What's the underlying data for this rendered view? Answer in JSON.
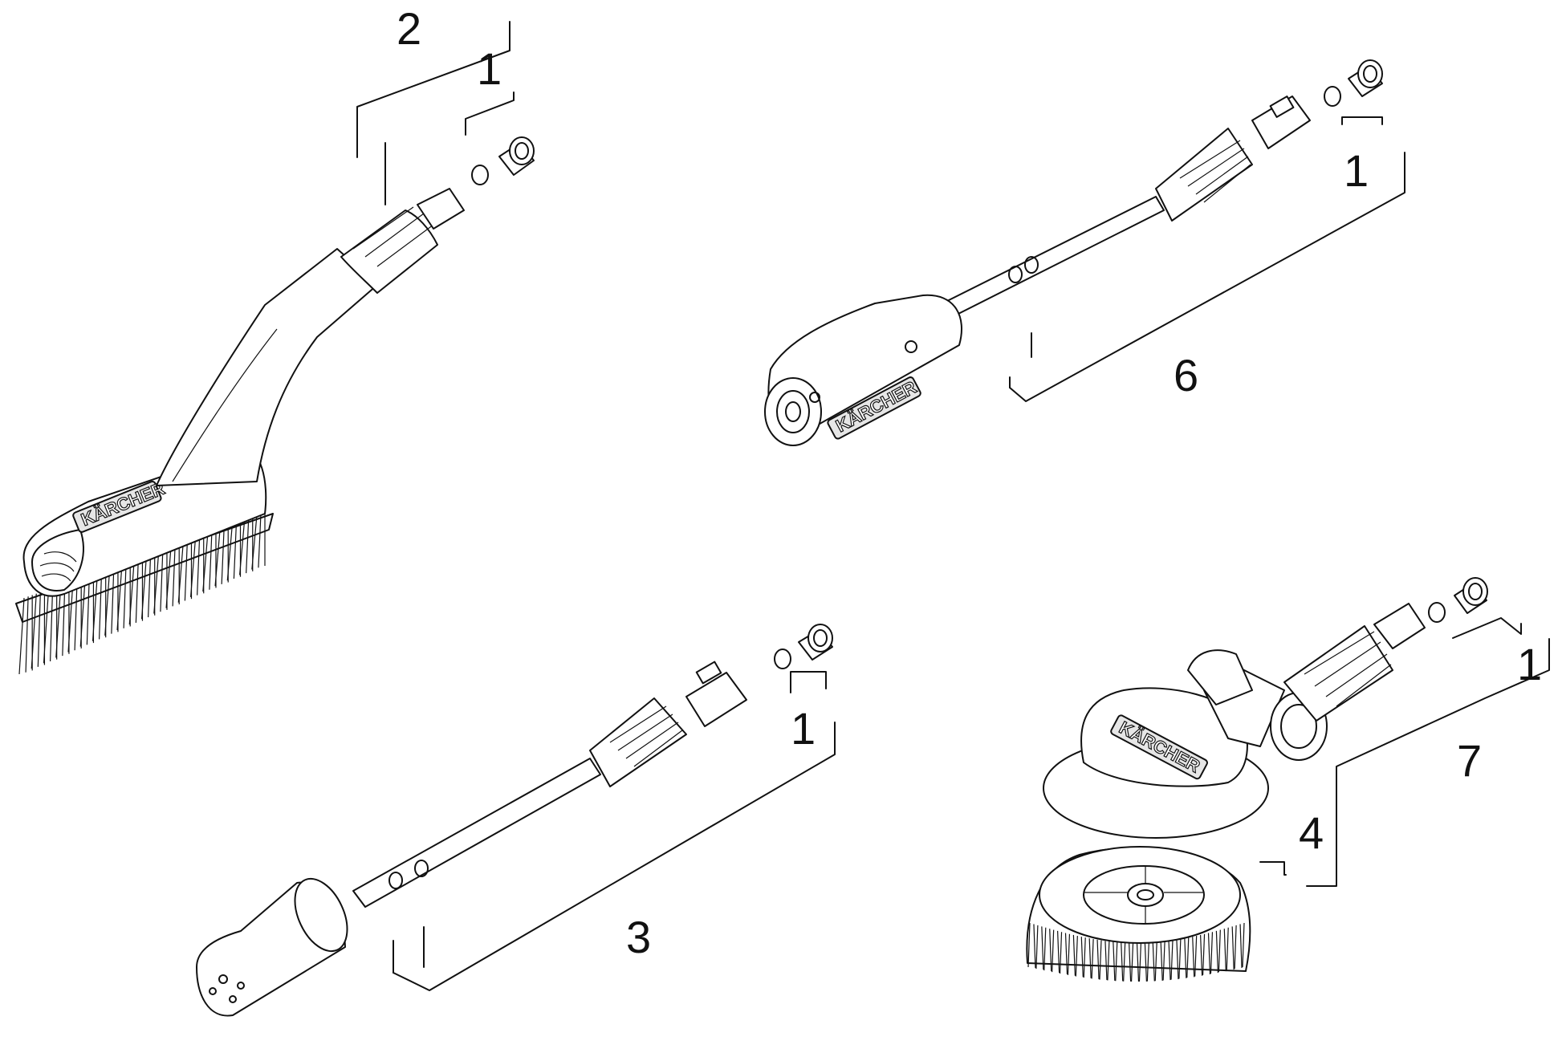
{
  "callouts": {
    "c2": "2",
    "c1a": "1",
    "c1b": "1",
    "c6": "6",
    "c1c": "1",
    "c3": "3",
    "c1d": "1",
    "c7": "7",
    "c4": "4"
  },
  "logos": {
    "brush": "KÄRCHER",
    "lance": "KÄRCHER",
    "rotary": "KÄRCHER"
  }
}
